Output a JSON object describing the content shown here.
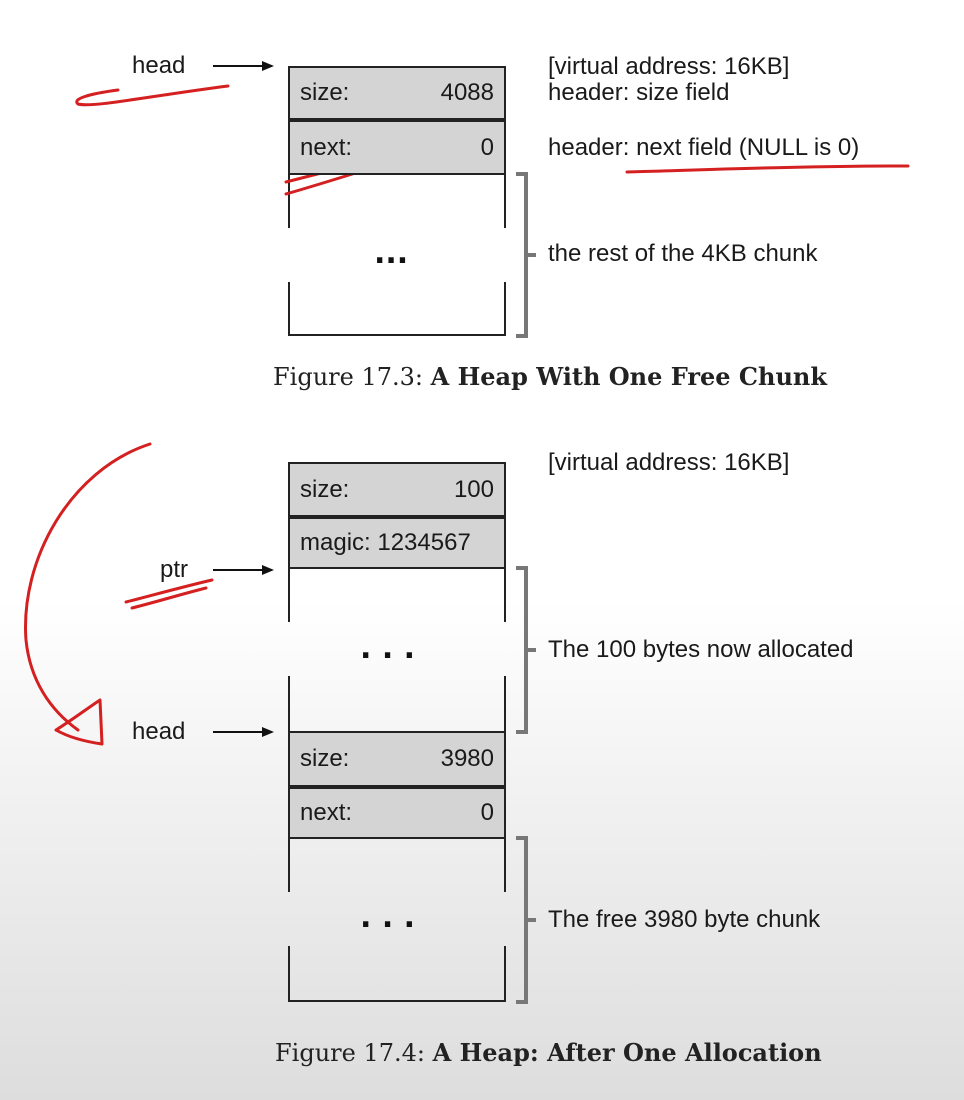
{
  "figure_17_3": {
    "head_label": "head",
    "cells": {
      "size_key": "size:",
      "size_value": "4088",
      "next_key": "next:",
      "next_value": "0"
    },
    "ellipsis": "...",
    "annotations": {
      "virtual_address": "[virtual address: 16KB]",
      "size_field": "header: size field",
      "next_field": "header: next field (NULL is 0)",
      "rest_of_chunk": "the rest of the 4KB chunk"
    },
    "caption": {
      "number": "Figure 17.3:",
      "title": "A Heap With One Free Chunk"
    }
  },
  "figure_17_4": {
    "ptr_label": "ptr",
    "head_label": "head",
    "cells": {
      "size_key": "size:",
      "size_value": "100",
      "magic": "magic: 1234567",
      "free_size_key": "size:",
      "free_size_value": "3980",
      "next_key": "next:",
      "next_value": "0"
    },
    "ellipsis_allocated": ". . .",
    "ellipsis_free": ". . .",
    "annotations": {
      "virtual_address": "[virtual address: 16KB]",
      "allocated": "The 100 bytes now allocated",
      "free_chunk": "The free 3980 byte chunk"
    },
    "caption": {
      "number": "Figure 17.4:",
      "title": "A Heap: After One Allocation"
    }
  },
  "colors": {
    "cell_fill": "#d4d4d4",
    "ink": "#1a1a1a",
    "annotation_red": "#d42020"
  }
}
